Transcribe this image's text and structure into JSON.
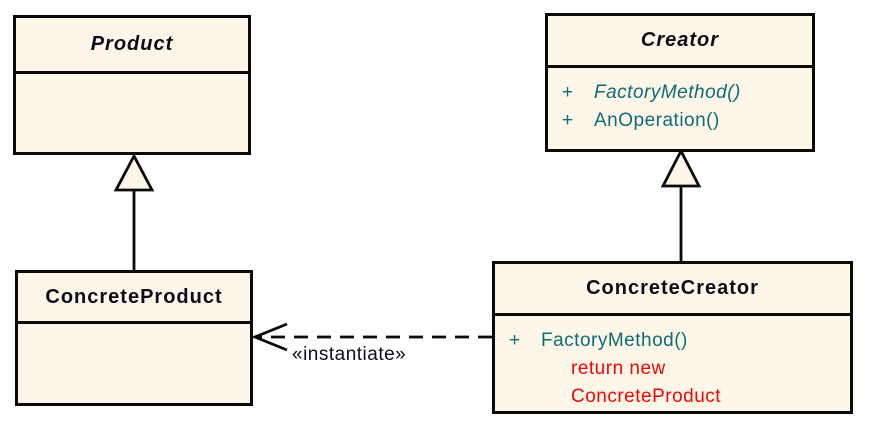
{
  "diagram": {
    "kind": "uml-class-diagram",
    "colors": {
      "background": "#ffffff",
      "box_fill": "#fcf7e8",
      "box_border": "#0a0a0a",
      "method_text": "#106b74",
      "note_text": "#f40505",
      "title_text": "#0d0d1a"
    }
  },
  "classes": {
    "product": {
      "name": "Product",
      "abstract": true
    },
    "creator": {
      "name": "Creator",
      "abstract": true,
      "methods": [
        {
          "visibility": "+",
          "label": "FactoryMethod()",
          "abstract": true
        },
        {
          "visibility": "+",
          "label": "AnOperation()",
          "abstract": false
        }
      ]
    },
    "concrete_product": {
      "name": "ConcreteProduct",
      "abstract": false
    },
    "concrete_creator": {
      "name": "ConcreteCreator",
      "abstract": false,
      "methods": [
        {
          "visibility": "+",
          "label": "FactoryMethod()",
          "abstract": false
        }
      ],
      "note_lines": [
        "return new",
        "ConcreteProduct"
      ]
    }
  },
  "connectors": {
    "generalizations": [
      {
        "from": "ConcreteProduct",
        "to": "Product"
      },
      {
        "from": "ConcreteCreator",
        "to": "Creator"
      }
    ],
    "instantiate": {
      "from": "ConcreteCreator",
      "to": "ConcreteProduct",
      "label": "«instantiate»",
      "style": "dashed-open-arrow"
    }
  }
}
